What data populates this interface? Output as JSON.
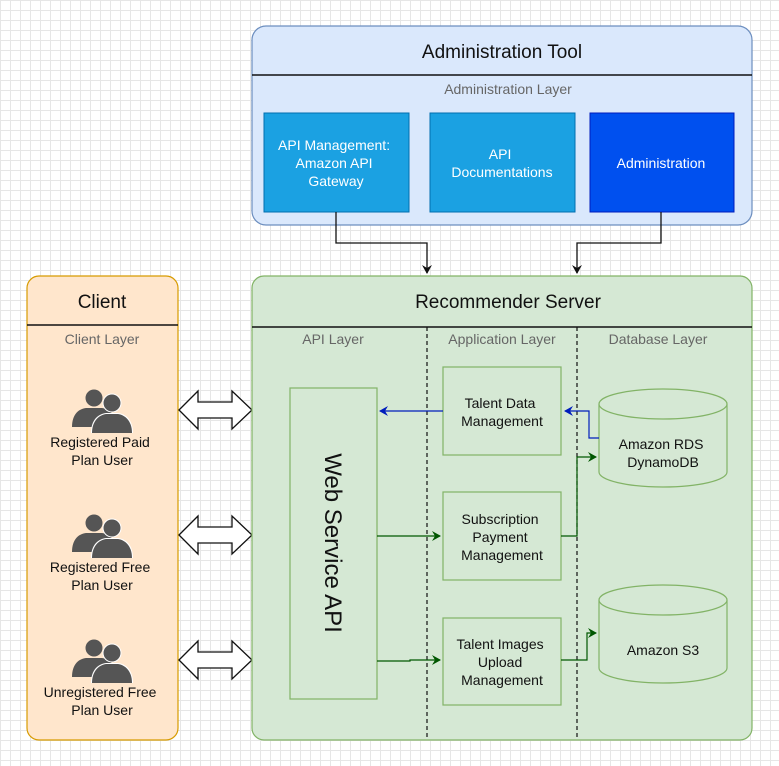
{
  "admin": {
    "title": "Administration Tool",
    "layer": "Administration Layer",
    "boxes": [
      {
        "lines": [
          "API Management:",
          "Amazon API",
          "Gateway"
        ]
      },
      {
        "lines": [
          "API",
          "Documentations"
        ]
      },
      {
        "lines": [
          "Administration"
        ]
      }
    ]
  },
  "client": {
    "title": "Client",
    "layer": "Client Layer",
    "users": [
      {
        "lines": [
          "Registered Paid",
          "Plan User"
        ]
      },
      {
        "lines": [
          "Registered Free",
          "Plan User"
        ]
      },
      {
        "lines": [
          "Unregistered Free",
          "Plan User"
        ]
      }
    ]
  },
  "server": {
    "title": "Recommender Server",
    "layers": [
      "API Layer",
      "Application Layer",
      "Database Layer"
    ],
    "api": "Web Service API",
    "app_boxes": [
      {
        "lines": [
          "Talent Data",
          "Management"
        ]
      },
      {
        "lines": [
          "Subscription",
          "Payment",
          "Management"
        ]
      },
      {
        "lines": [
          "Talent Images",
          "Upload",
          "Management"
        ]
      }
    ],
    "databases": [
      {
        "lines": [
          "Amazon RDS",
          "DynamoDB"
        ]
      },
      {
        "lines": [
          "Amazon S3"
        ]
      }
    ]
  },
  "colors": {
    "admin_fill": "#dae8fc",
    "admin_stroke": "#6c8ebf",
    "blue_box": "#1ba1e2",
    "admin_box": "#0050ef",
    "client_fill": "#ffe6cc",
    "client_stroke": "#d79b00",
    "server_fill": "#d5e8d4",
    "server_stroke": "#82b366",
    "arrow_blue": "#001dbc",
    "arrow_green": "#005700"
  }
}
